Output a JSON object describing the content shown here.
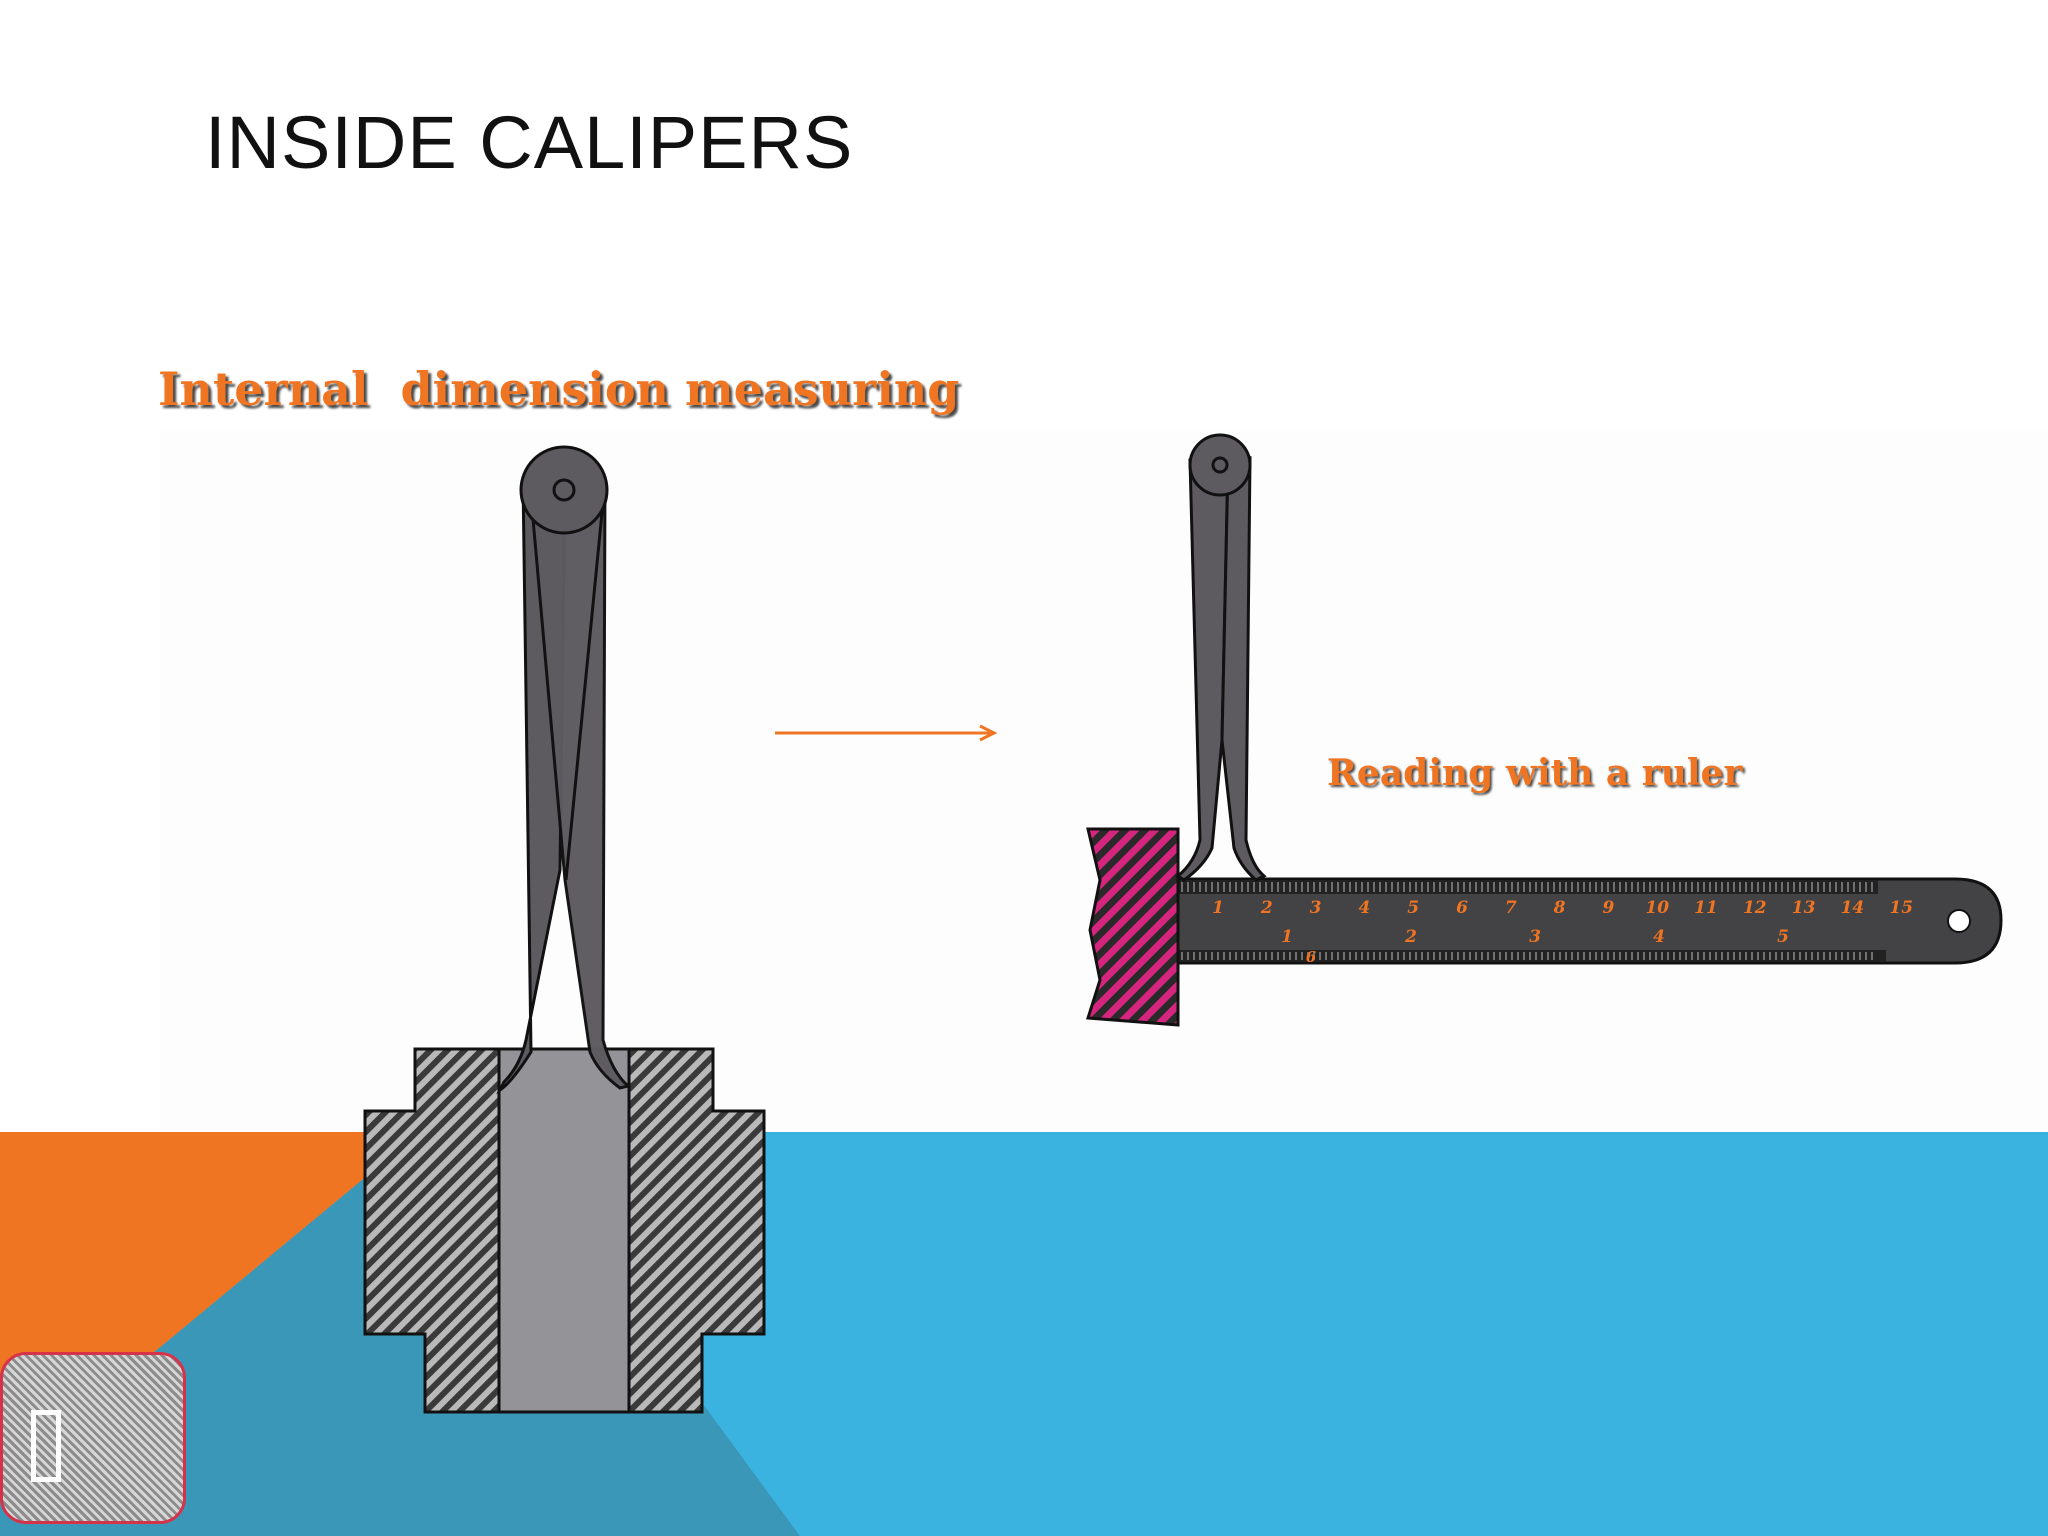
{
  "slide": {
    "title": "INSIDE CALIPERS",
    "left_caption": "Internal  dimension measuring",
    "right_caption": "Reading with a ruler"
  },
  "colors": {
    "accent_orange": "#f07523",
    "accent_blue": "#3bb3e1",
    "accent_teal": "#3b97b7",
    "caliper_gray": "#5d5b60",
    "workpiece_bore": "#949397",
    "ruler_dark": "#434244",
    "block_magenta": "#d6257e"
  },
  "ruler": {
    "upper_scale": [
      "1",
      "2",
      "3",
      "4",
      "5",
      "6",
      "7",
      "8",
      "9",
      "10",
      "11",
      "12",
      "13",
      "14",
      "15"
    ],
    "lower_scale": [
      "1",
      "2",
      "3",
      "4",
      "5"
    ],
    "end_mark": "6"
  },
  "icons": {
    "arrow": "right-arrow-icon",
    "badge": "slide-number-badge-icon"
  }
}
